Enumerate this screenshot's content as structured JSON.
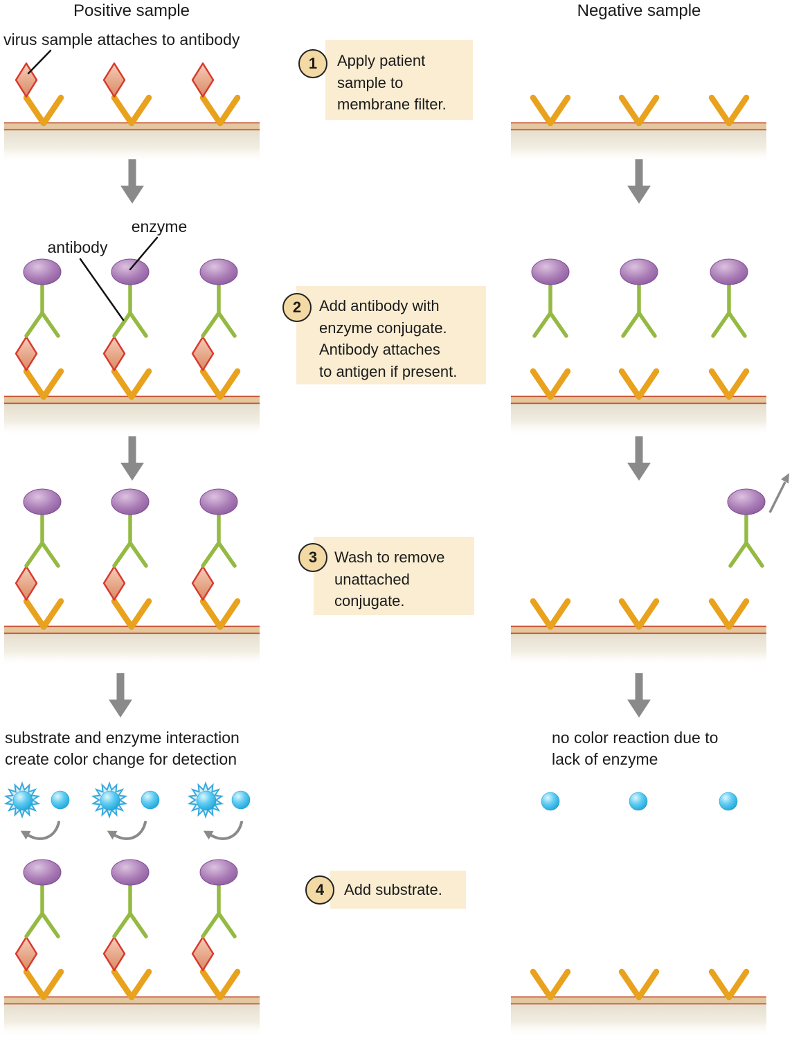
{
  "titles": {
    "positive": "Positive sample",
    "negative": "Negative sample"
  },
  "labels": {
    "virus": "virus sample attaches to antibody",
    "enzyme": "enzyme",
    "antibody": "antibody"
  },
  "captions": {
    "positive": [
      "substrate and enzyme interaction",
      "create color change for detection"
    ],
    "negative": [
      "no color reaction due to",
      "lack of enzyme"
    ]
  },
  "steps": [
    {
      "number": "1",
      "lines": [
        "Apply patient",
        "sample to",
        "membrane filter."
      ]
    },
    {
      "number": "2",
      "lines": [
        "Add antibody with",
        "enzyme conjugate.",
        "Antibody attaches",
        "to antigen if present."
      ]
    },
    {
      "number": "3",
      "lines": [
        "Wash to remove",
        "unattached",
        "conjugate."
      ]
    },
    {
      "number": "4",
      "lines": [
        "Add substrate."
      ]
    }
  ],
  "colors": {
    "capture_antibody": "#E8A21D",
    "conjugate_antibody": "#94BA43",
    "enzyme": "#9A68A8",
    "antigen_fill": "#ECA183",
    "antigen_border": "#D73A2E",
    "membrane_fill": "#E2C79F",
    "membrane_border": "#C8502F",
    "arrow_gray": "#8A8A8A",
    "step_box_bg": "#FAEDD2",
    "step_badge_bg": "#F3D9A3",
    "substrate_blue": "#2EB6E9"
  }
}
